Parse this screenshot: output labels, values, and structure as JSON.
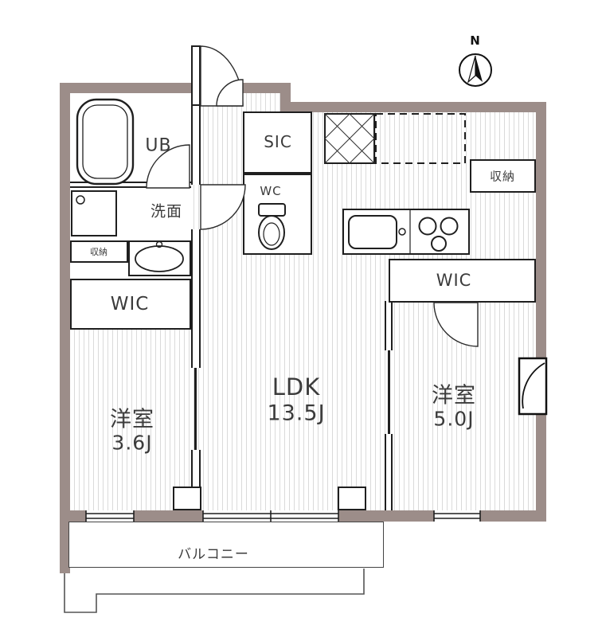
{
  "compass": {
    "label": "N"
  },
  "rooms": {
    "ub": {
      "label": "UB"
    },
    "washroom": {
      "label": "洗面"
    },
    "storage_small": {
      "label": "収納"
    },
    "wic_left": {
      "label": "WIC"
    },
    "bedroom_left": {
      "label": "洋室",
      "size": "3.6J"
    },
    "sic": {
      "label": "SIC"
    },
    "wc": {
      "label": "WC"
    },
    "storage_right": {
      "label": "収納"
    },
    "wic_right": {
      "label": "WIC"
    },
    "ldk": {
      "label": "LDK",
      "size": "13.5J"
    },
    "bedroom_right": {
      "label": "洋室",
      "size": "5.0J"
    },
    "balcony": {
      "label": "バルコニー"
    }
  },
  "colors": {
    "wall": "#9c8d89",
    "line": "#1f1f1f",
    "floor_stripe": "#dadada"
  }
}
